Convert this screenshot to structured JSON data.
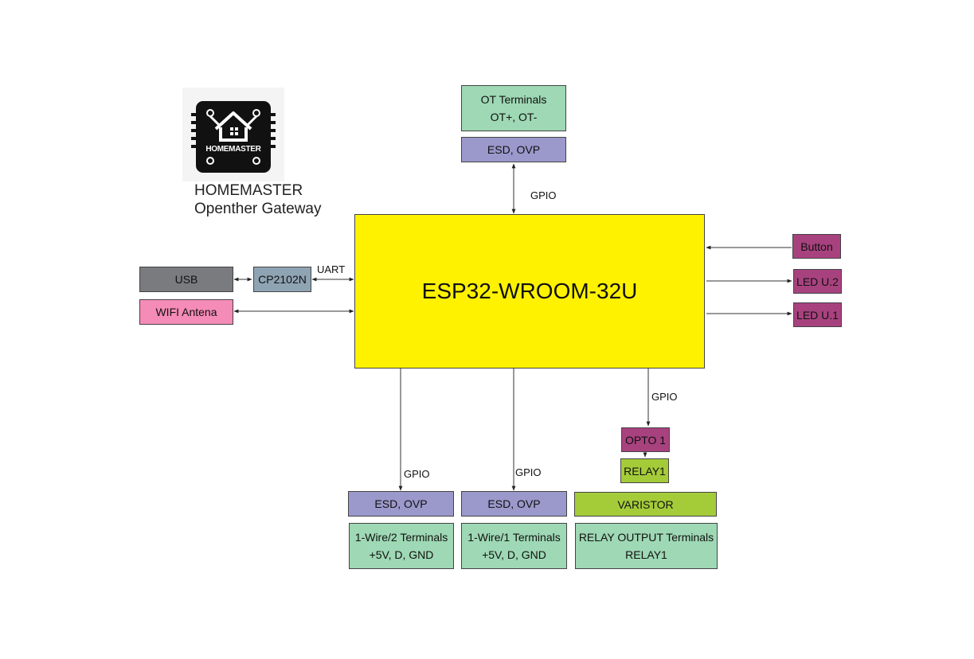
{
  "brand": {
    "logo_text": "HOMEMASTER",
    "name": "HOMEMASTER",
    "subtitle": "Openther Gateway"
  },
  "main_chip": {
    "label": "ESP32-WROOM-32U"
  },
  "top": {
    "ot_terminals": {
      "line1": "OT Terminals",
      "line2": "OT+, OT-"
    },
    "esd": {
      "label": "ESD, OVP"
    },
    "gpio": "GPIO"
  },
  "left": {
    "usb": {
      "label": "USB"
    },
    "cp2102n": {
      "label": "CP2102N"
    },
    "uart": "UART",
    "wifi": {
      "label": "WIFI Antena"
    }
  },
  "right": {
    "button": {
      "label": "Button"
    },
    "led_u2": {
      "label": "LED U.2"
    },
    "led_u1": {
      "label": "LED U.1"
    }
  },
  "bottom": {
    "gpio_1wire2": "GPIO",
    "gpio_1wire1": "GPIO",
    "gpio_relay": "GPIO",
    "esd_1wire2": {
      "label": "ESD, OVP"
    },
    "esd_1wire1": {
      "label": "ESD, OVP"
    },
    "onewire2": {
      "line1": "1-Wire/2 Terminals",
      "line2": "+5V, D, GND"
    },
    "onewire1": {
      "line1": "1-Wire/1 Terminals",
      "line2": "+5V, D, GND"
    },
    "opto1": {
      "label": "OPTO 1"
    },
    "relay1": {
      "label": "RELAY1"
    },
    "varistor": {
      "label": "VARISTOR"
    },
    "relay_output": {
      "line1": "RELAY OUTPUT Terminals",
      "line2": "RELAY1"
    }
  },
  "colors": {
    "chip": "#fff200",
    "green_terminal": "#9ed8b4",
    "esd_purple": "#9b98cb",
    "magenta": "#a8427f",
    "usb_gray": "#7a7b7e",
    "cp_blue": "#8fa4b3",
    "wifi_pink": "#f58bb7",
    "lime": "#a4cc39"
  }
}
